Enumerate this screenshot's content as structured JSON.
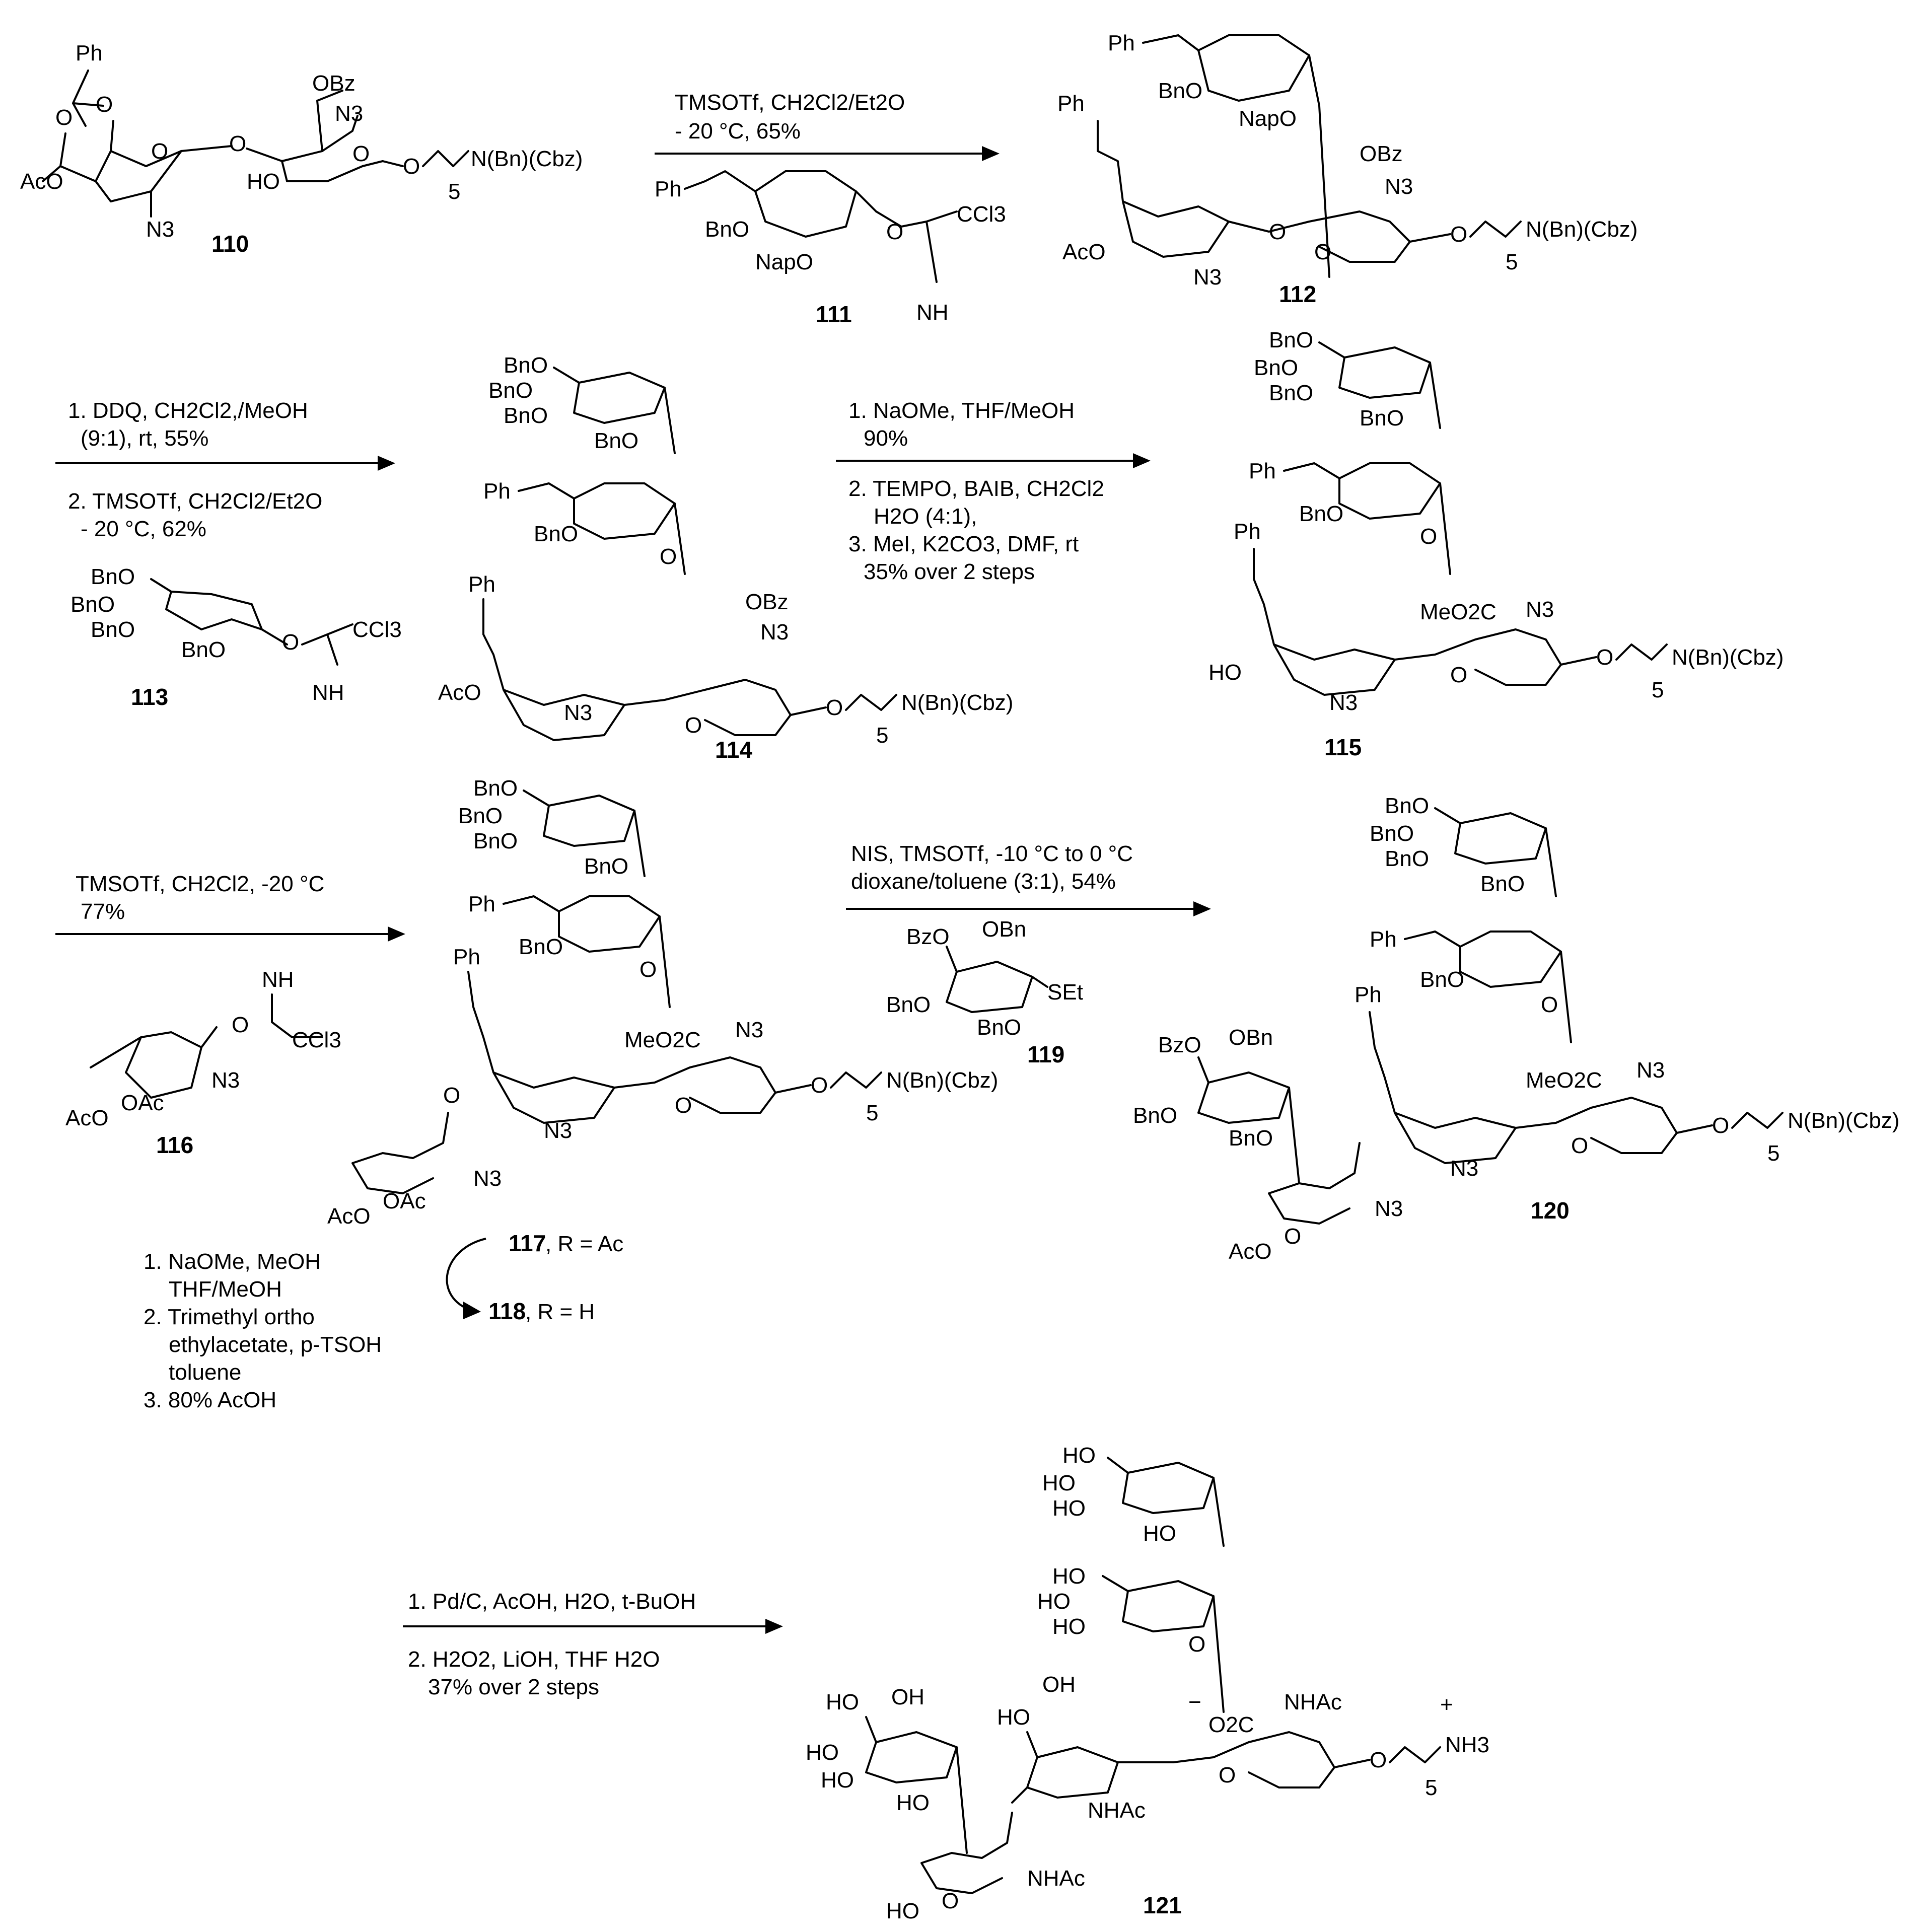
{
  "compounds": {
    "c110": "110",
    "c111": "111",
    "c112": "112",
    "c113": "113",
    "c114": "114",
    "c115": "115",
    "c116": "116",
    "c117": "117",
    "c118": "118",
    "c119": "119",
    "c120": "120",
    "c121": "121"
  },
  "labels": {
    "ph": "Ph",
    "aco": "AcO",
    "hoAlt": "HO",
    "n3": "N3",
    "obz": "OBz",
    "bzo": "BzO",
    "ho": "HO",
    "o": "O",
    "o_wav": "O",
    "linker": "N(Bn)(Cbz)",
    "sub5": "5",
    "bno": "BnO",
    "bno_": "BnO",
    "napo": "NapO",
    "ccl3": "CCl3",
    "nh": "NH",
    "meo2c": "MeO2C",
    "obn": "OBn",
    "set": "SEt",
    "oac": "OAc",
    "nhac": "NHAc",
    "oh": "OH",
    "o2c": "O2C",
    "nh3": "NH3",
    "plus": "+",
    "minus": "−"
  },
  "conditions": {
    "step1_line1": "TMSOTf, CH2Cl2/Et2O",
    "step1_line2": "- 20 °C, 65%",
    "step2_line1": "1. DDQ, CH2Cl2,/MeOH",
    "step2_line2": "(9:1), rt, 55%",
    "step2_line3": "2. TMSOTf, CH2Cl2/Et2O",
    "step2_line4": "- 20 °C, 62%",
    "step3_line1": "1. NaOMe, THF/MeOH",
    "step3_line2": "90%",
    "step3_line3": "2. TEMPO, BAIB, CH2Cl2",
    "step3_line4": "H2O (4:1),",
    "step3_line5": "3. MeI, K2CO3, DMF, rt",
    "step3_line6": "35% over 2 steps",
    "step4_line1": "TMSOTf, CH2Cl2, -20 °C",
    "step4_line2": "77%",
    "step5_line1": "1. NaOMe, MeOH",
    "step5_line2": "THF/MeOH",
    "step5_line3": "2. Trimethyl ortho",
    "step5_line4": "ethylacetate, p-TSOH",
    "step5_line5": "toluene",
    "step5_line6": "3. 80% AcOH",
    "r117": ", R = Ac",
    "r118": ", R = H",
    "step6_line1": "NIS, TMSOTf, -10 °C to 0 °C",
    "step6_line2": "dioxane/toluene (3:1), 54%",
    "step7_line1": "1. Pd/C, AcOH, H2O, t-BuOH",
    "step7_line2": "2. H2O2, LiOH, THF H2O",
    "step7_line3": "37% over 2 steps"
  }
}
